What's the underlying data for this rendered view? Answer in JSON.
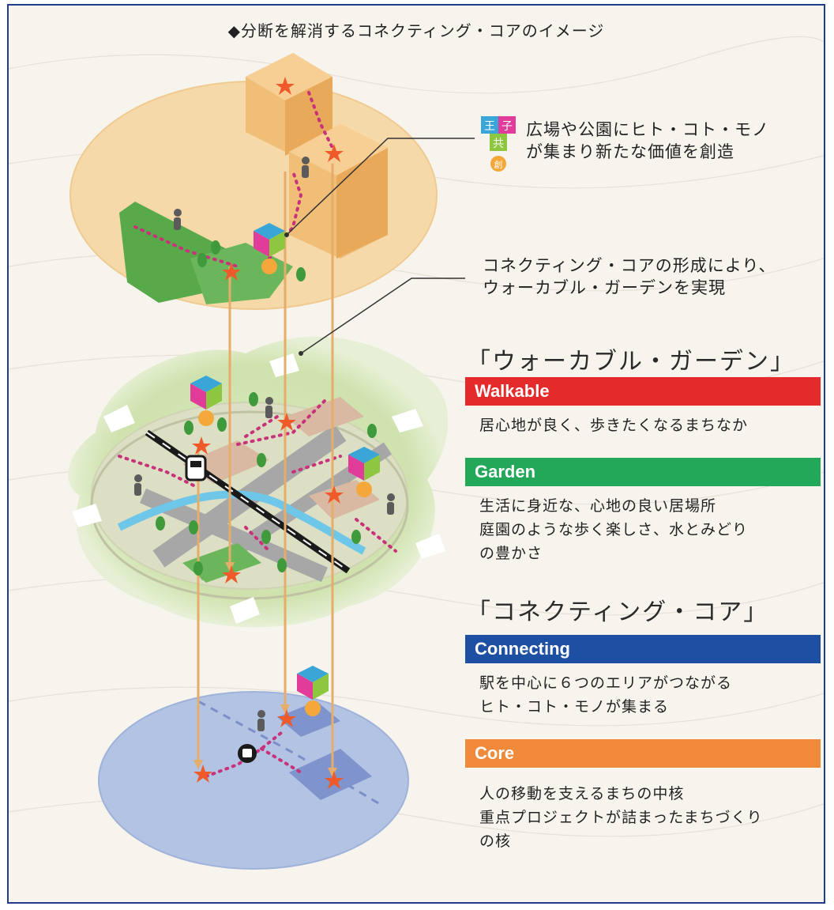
{
  "title": "◆分断を解消するコネクティング・コアのイメージ",
  "notes": {
    "top": [
      "広場や公園にヒト・コト・モノ",
      "が集まり新たな価値を創造"
    ],
    "middle": [
      "コネクティング・コアの形成により、",
      "ウォーカブル・ガーデンを実現"
    ]
  },
  "logo_text": [
    "王",
    "子",
    "共",
    "創"
  ],
  "headings": {
    "walkable_garden": "「ウォーカブル・ガーデン」",
    "connecting_core": "「コネクティング・コア」"
  },
  "items": [
    {
      "label": "Walkable",
      "color": "#e42a2a",
      "lines": [
        "居心地が良く、歩きたくなるまちなか"
      ]
    },
    {
      "label": "Garden",
      "color": "#23a85a",
      "lines": [
        "生活に身近な、心地の良い居場所",
        "庭園のような歩く楽しさ、水とみどり",
        "の豊かさ"
      ]
    },
    {
      "label": "Connecting",
      "color": "#1d4fa3",
      "lines": [
        "駅を中心に６つのエリアがつながる",
        "ヒト・コト・モノが集まる"
      ]
    },
    {
      "label": "Core",
      "color": "#ef8a3a",
      "lines": [
        "人の移動を支えるまちの中核",
        "重点プロジェクトが詰まったまちづくり",
        "の核"
      ]
    }
  ],
  "icons": [
    "star-icon",
    "tree-icon",
    "pedestrian-icon",
    "train-icon",
    "station-icon",
    "cube-icon",
    "arrow-icon"
  ]
}
